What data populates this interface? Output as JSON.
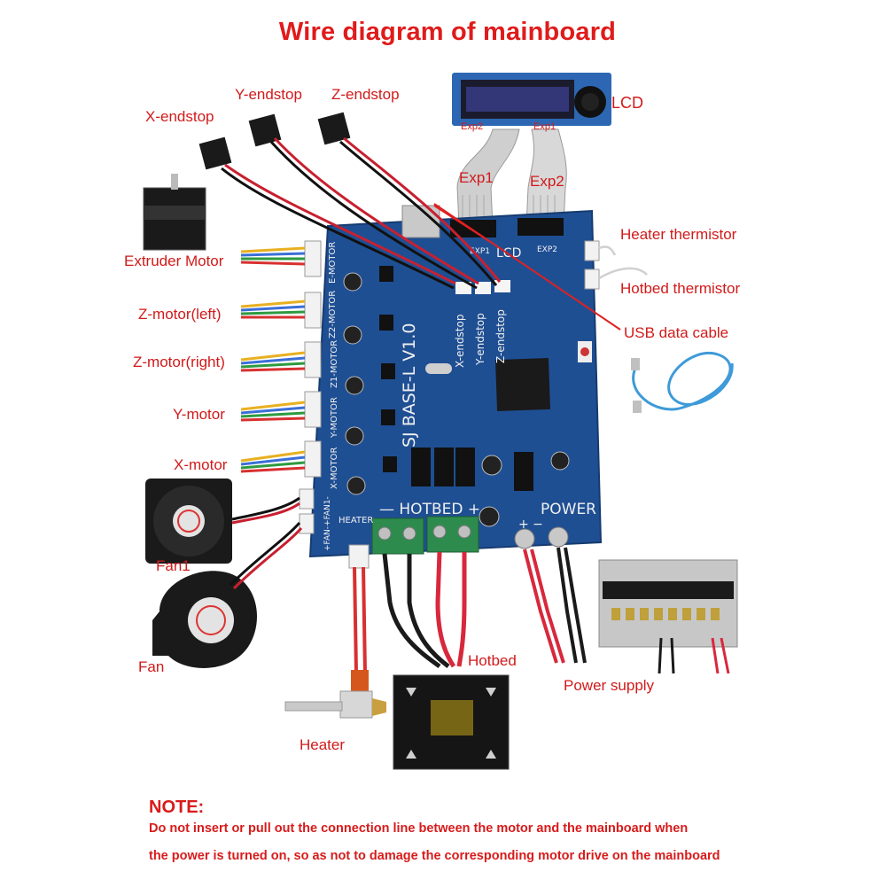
{
  "title": "Wire diagram of mainboard",
  "labels": {
    "x_endstop": "X-endstop",
    "y_endstop": "Y-endstop",
    "z_endstop": "Z-endstop",
    "lcd": "LCD",
    "exp2_top": "Exp2",
    "exp1_top": "Exp1",
    "exp1_cable": "Exp1",
    "exp2_cable": "Exp2",
    "heater_thermistor": "Heater thermistor",
    "hotbed_thermistor": "Hotbed thermistor",
    "usb_cable": "USB data cable",
    "extruder_motor": "Extruder Motor",
    "z_motor_left": "Z-motor(left)",
    "z_motor_right": "Z-motor(right)",
    "y_motor": "Y-motor",
    "x_motor": "X-motor",
    "fan1": "Fan1",
    "fan": "Fan",
    "hotbed": "Hotbed",
    "power_supply": "Power supply",
    "heater": "Heater"
  },
  "board": {
    "name": "SJ BASE-L V1.0",
    "hotbed": "— HOTBED +",
    "power": "POWER",
    "power_signs": "+   −",
    "heater": "HEATER",
    "lcd": "LCD",
    "exp1": "EXP1",
    "exp2": "EXP2",
    "motors": [
      "E-MOTOR",
      "Z2-MOTOR",
      "Z1-MOTOR",
      "Y-MOTOR",
      "X-MOTOR"
    ],
    "fans": "+FAN-+FAN1-",
    "endstops": [
      "X-endstop",
      "Y-endstop",
      "Z-endstop"
    ]
  },
  "colors": {
    "label_red": "#d21a1a",
    "pcb_blue": "#1f4f93",
    "wire_red": "#d8283c",
    "wire_black": "#1a1a1a"
  },
  "note": {
    "heading": "NOTE:",
    "line1": "Do not insert or pull out the connection line between the motor and the mainboard when",
    "line2": "the power is turned on, so as not to damage the corresponding motor drive on the mainboard"
  }
}
